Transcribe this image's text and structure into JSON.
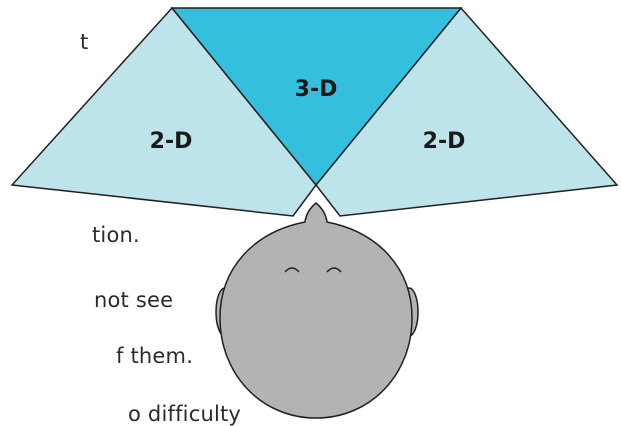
{
  "background_text": [
    "t",
    "tion.",
    "not see",
    "f them.",
    "o difficulty"
  ],
  "zones": {
    "left_label": "2-D",
    "center_label": "3-D",
    "right_label": "2-D"
  },
  "colors": {
    "peripheral_zone": "#bde4ea",
    "binocular_zone": "#34bfdd",
    "outline": "#231f20",
    "head": "#b3b3b3"
  }
}
